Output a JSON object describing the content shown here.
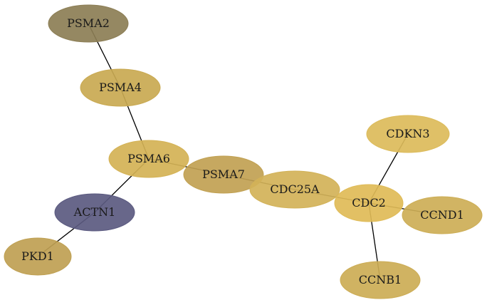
{
  "graph": {
    "nodes": [
      {
        "id": "PSMA2",
        "label": "PSMA2",
        "color": "#8c7e55"
      },
      {
        "id": "PSMA4",
        "label": "PSMA4",
        "color": "#c9a951"
      },
      {
        "id": "PSMA6",
        "label": "PSMA6",
        "color": "#d4b255"
      },
      {
        "id": "PSMA7",
        "label": "PSMA7",
        "color": "#c1a152"
      },
      {
        "id": "ACTN1",
        "label": "ACTN1",
        "color": "#5b5a80"
      },
      {
        "id": "PKD1",
        "label": "PKD1",
        "color": "#bfa052"
      },
      {
        "id": "CDC25A",
        "label": "CDC25A",
        "color": "#d2b258"
      },
      {
        "id": "CDC2",
        "label": "CDC2",
        "color": "#dfbb57"
      },
      {
        "id": "CDKN3",
        "label": "CDKN3",
        "color": "#dcbb5a"
      },
      {
        "id": "CCND1",
        "label": "CCND1",
        "color": "#cdae56"
      },
      {
        "id": "CCNB1",
        "label": "CCNB1",
        "color": "#ccac55"
      }
    ],
    "edges": [
      [
        "PSMA2",
        "PSMA4"
      ],
      [
        "PSMA4",
        "PSMA6"
      ],
      [
        "PSMA6",
        "ACTN1"
      ],
      [
        "ACTN1",
        "PKD1"
      ],
      [
        "PSMA6",
        "PSMA7"
      ],
      [
        "PSMA7",
        "CDC25A"
      ],
      [
        "CDC25A",
        "CDC2"
      ],
      [
        "CDC2",
        "CDKN3"
      ],
      [
        "CDC2",
        "CCND1"
      ],
      [
        "CDC2",
        "CCNB1"
      ]
    ]
  }
}
